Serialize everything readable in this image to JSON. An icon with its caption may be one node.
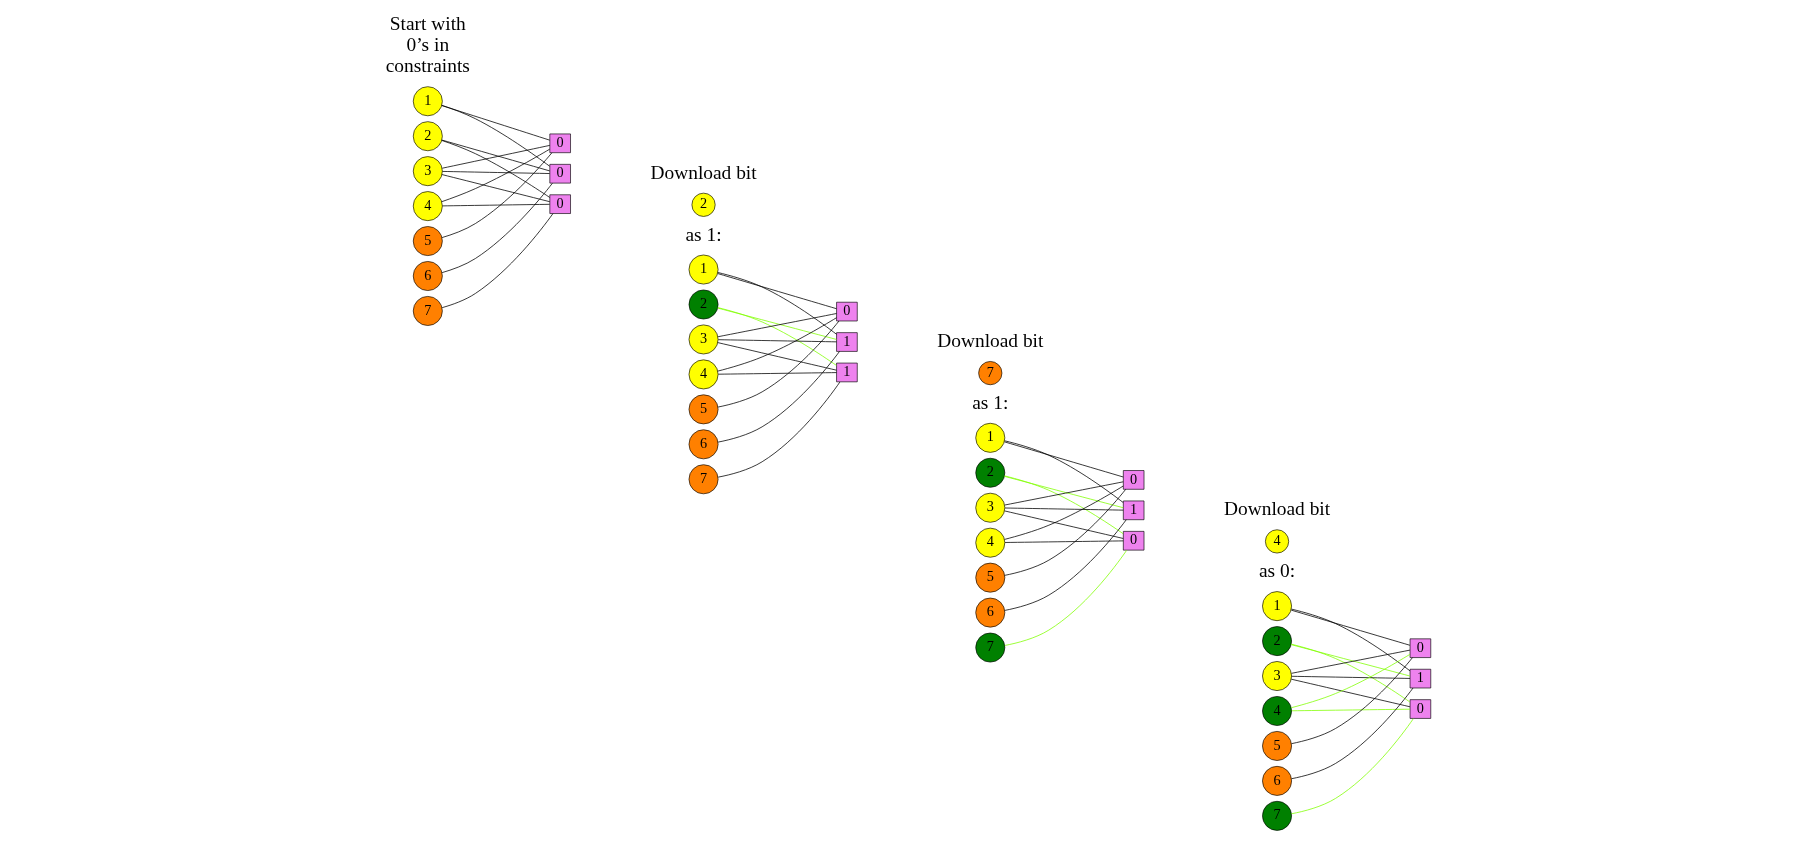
{
  "diagram": {
    "nodes": [
      {
        "text": [
          "1"
        ]
      },
      {
        "text": [
          "2"
        ]
      },
      {
        "text": [
          "3"
        ]
      },
      {
        "text": [
          "4"
        ]
      },
      {
        "text": [
          "5"
        ]
      },
      {
        "text": [
          "6"
        ]
      },
      {
        "text": [
          "7"
        ]
      },
      {
        "text": [
          "0"
        ]
      },
      {
        "text": [
          "0"
        ]
      },
      {
        "text": [
          "0"
        ]
      },
      {
        "text": [
          "2"
        ]
      },
      {
        "text": [
          "1"
        ]
      },
      {
        "text": [
          "2"
        ]
      },
      {
        "text": [
          "3"
        ]
      },
      {
        "text": [
          "4"
        ]
      },
      {
        "text": [
          "5"
        ]
      },
      {
        "text": [
          "6"
        ]
      },
      {
        "text": [
          "7"
        ]
      },
      {
        "text": [
          "0"
        ]
      },
      {
        "text": [
          "1"
        ]
      },
      {
        "text": [
          "1"
        ]
      },
      {
        "text": [
          "7"
        ]
      },
      {
        "text": [
          "1"
        ]
      },
      {
        "text": [
          "2"
        ]
      },
      {
        "text": [
          "3"
        ]
      },
      {
        "text": [
          "4"
        ]
      },
      {
        "text": [
          "5"
        ]
      },
      {
        "text": [
          "6"
        ]
      },
      {
        "text": [
          "7"
        ]
      },
      {
        "text": [
          "0"
        ]
      },
      {
        "text": [
          "1"
        ]
      },
      {
        "text": [
          "0"
        ]
      },
      {
        "text": [
          "4"
        ]
      },
      {
        "text": [
          "1"
        ]
      },
      {
        "text": [
          "2"
        ]
      },
      {
        "text": [
          "3"
        ]
      },
      {
        "text": [
          "4"
        ]
      },
      {
        "text": [
          "5"
        ]
      },
      {
        "text": [
          "6"
        ]
      },
      {
        "text": [
          "7"
        ]
      },
      {
        "text": [
          "0"
        ]
      },
      {
        "text": [
          "1"
        ]
      },
      {
        "text": [
          "0"
        ]
      }
    ],
    "edges": [
      {
        "from": 0,
        "to": 7,
        "arrow": "none"
      },
      {
        "from": 0,
        "to": 8,
        "arrow": "none"
      },
      {
        "from": 1,
        "to": 8,
        "arrow": "none"
      },
      {
        "from": 1,
        "to": 9,
        "arrow": "none"
      },
      {
        "from": 2,
        "to": 7,
        "arrow": "none"
      },
      {
        "from": 2,
        "to": 8,
        "arrow": "none"
      },
      {
        "from": 2,
        "to": 9,
        "arrow": "none"
      },
      {
        "from": 3,
        "to": 7,
        "arrow": "none"
      },
      {
        "from": 3,
        "to": 9,
        "arrow": "none"
      },
      {
        "from": 4,
        "to": 7,
        "arrow": "none"
      },
      {
        "from": 5,
        "to": 8,
        "arrow": "none"
      },
      {
        "from": 6,
        "to": 9,
        "arrow": "none"
      },
      {
        "from": 11,
        "to": 18,
        "arrow": "none"
      },
      {
        "from": 11,
        "to": 19,
        "arrow": "none"
      },
      {
        "from": 12,
        "to": 19,
        "arrow": "none",
        "color": "#80ff00"
      },
      {
        "from": 12,
        "to": 20,
        "arrow": "none",
        "color": "#80ff00"
      },
      {
        "from": 13,
        "to": 18,
        "arrow": "none"
      },
      {
        "from": 13,
        "to": 19,
        "arrow": "none"
      },
      {
        "from": 13,
        "to": 20,
        "arrow": "none"
      },
      {
        "from": 14,
        "to": 18,
        "arrow": "none"
      },
      {
        "from": 14,
        "to": 20,
        "arrow": "none"
      },
      {
        "from": 15,
        "to": 18,
        "arrow": "none"
      },
      {
        "from": 16,
        "to": 19,
        "arrow": "none"
      },
      {
        "from": 17,
        "to": 20,
        "arrow": "none"
      },
      {
        "from": 22,
        "to": 29,
        "arrow": "none"
      },
      {
        "from": 22,
        "to": 30,
        "arrow": "none"
      },
      {
        "from": 23,
        "to": 30,
        "arrow": "none",
        "color": "#80ff00"
      },
      {
        "from": 23,
        "to": 31,
        "arrow": "none",
        "color": "#80ff00"
      },
      {
        "from": 24,
        "to": 29,
        "arrow": "none"
      },
      {
        "from": 24,
        "to": 30,
        "arrow": "none"
      },
      {
        "from": 24,
        "to": 31,
        "arrow": "none"
      },
      {
        "from": 25,
        "to": 29,
        "arrow": "none"
      },
      {
        "from": 25,
        "to": 31,
        "arrow": "none"
      },
      {
        "from": 26,
        "to": 29,
        "arrow": "none"
      },
      {
        "from": 27,
        "to": 30,
        "arrow": "none"
      },
      {
        "from": 28,
        "to": 31,
        "arrow": "none",
        "color": "#80ff00"
      },
      {
        "from": 33,
        "to": 40,
        "arrow": "none"
      },
      {
        "from": 33,
        "to": 41,
        "arrow": "none"
      },
      {
        "from": 34,
        "to": 41,
        "arrow": "none",
        "color": "#80ff00"
      },
      {
        "from": 34,
        "to": 42,
        "arrow": "none",
        "color": "#80ff00"
      },
      {
        "from": 35,
        "to": 40,
        "arrow": "none"
      },
      {
        "from": 35,
        "to": 41,
        "arrow": "none"
      },
      {
        "from": 35,
        "to": 42,
        "arrow": "none"
      },
      {
        "from": 36,
        "to": 40,
        "arrow": "none",
        "color": "#80ff00"
      },
      {
        "from": 36,
        "to": 42,
        "arrow": "none",
        "color": "#80ff00"
      },
      {
        "from": 37,
        "to": 40,
        "arrow": "none"
      },
      {
        "from": 38,
        "to": 41,
        "arrow": "none"
      },
      {
        "from": 39,
        "to": 42,
        "arrow": "none",
        "color": "#80ff00"
      }
    ],
    "labels": [
      "Start with 0’s in constraints",
      "Download bit",
      "as 1:",
      "Download bit",
      "as 1:",
      "Download bit",
      "as 0:"
    ]
  }
}
